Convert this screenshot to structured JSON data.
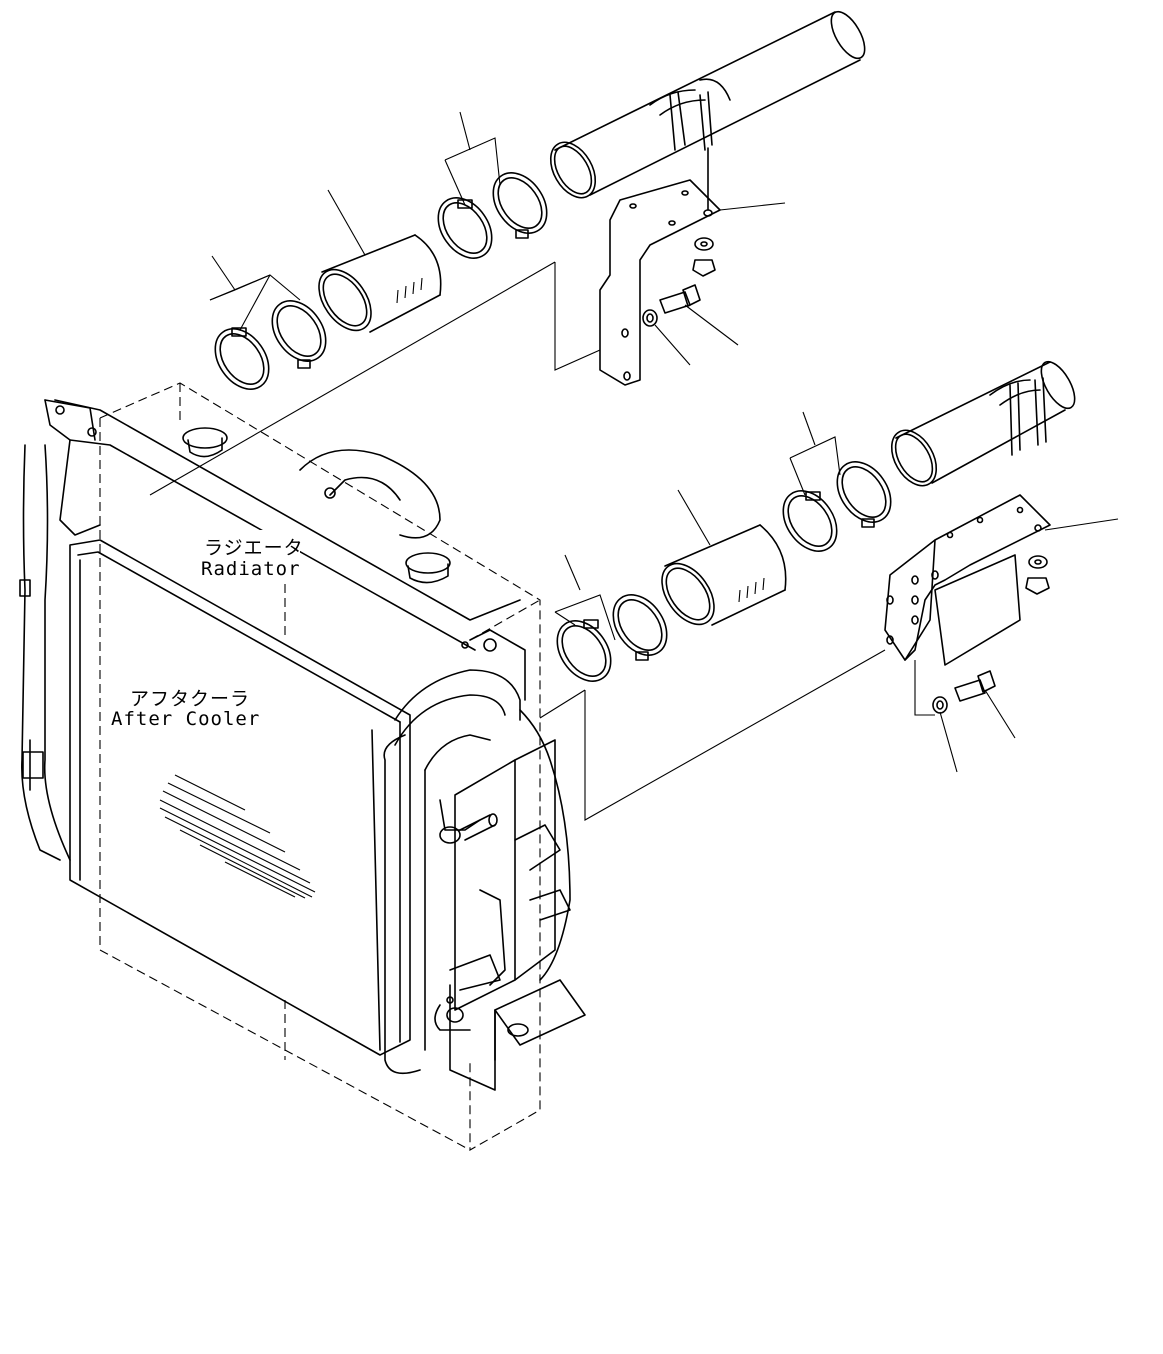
{
  "labels": {
    "radiator_jp": "ラジエータ",
    "radiator_en": "Radiator",
    "aftercooler_jp": "アフタクーラ",
    "aftercooler_en": "After Cooler"
  }
}
